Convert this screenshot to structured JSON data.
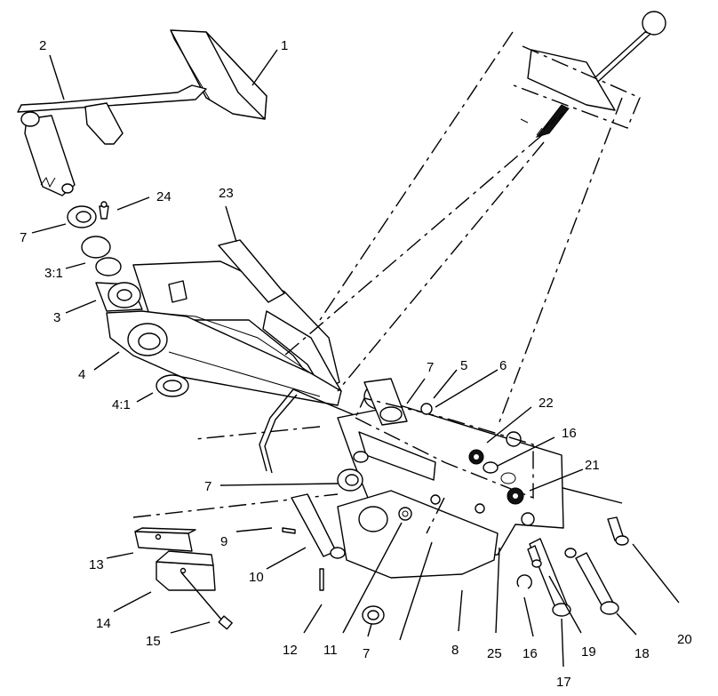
{
  "callouts": [
    {
      "id": "c1",
      "text": "1"
    },
    {
      "id": "c2",
      "text": "2"
    },
    {
      "id": "c24",
      "text": "24"
    },
    {
      "id": "c23",
      "text": "23"
    },
    {
      "id": "c7a",
      "text": "7"
    },
    {
      "id": "c3_1",
      "text": "3:1"
    },
    {
      "id": "c3",
      "text": "3"
    },
    {
      "id": "c4",
      "text": "4"
    },
    {
      "id": "c4_1",
      "text": "4:1"
    },
    {
      "id": "c7b",
      "text": "7"
    },
    {
      "id": "c5",
      "text": "5"
    },
    {
      "id": "c6",
      "text": "6"
    },
    {
      "id": "c22",
      "text": "22"
    },
    {
      "id": "c16a",
      "text": "16"
    },
    {
      "id": "c21",
      "text": "21"
    },
    {
      "id": "c7c",
      "text": "7"
    },
    {
      "id": "c9",
      "text": "9"
    },
    {
      "id": "c13",
      "text": "13"
    },
    {
      "id": "c10",
      "text": "10"
    },
    {
      "id": "c14",
      "text": "14"
    },
    {
      "id": "c15",
      "text": "15"
    },
    {
      "id": "c12",
      "text": "12"
    },
    {
      "id": "c11",
      "text": "11"
    },
    {
      "id": "c7d",
      "text": "7"
    },
    {
      "id": "c8",
      "text": "8"
    },
    {
      "id": "c25",
      "text": "25"
    },
    {
      "id": "c16b",
      "text": "16"
    },
    {
      "id": "c17",
      "text": "17"
    },
    {
      "id": "c19",
      "text": "19"
    },
    {
      "id": "c18",
      "text": "18"
    },
    {
      "id": "c20",
      "text": "20"
    }
  ]
}
